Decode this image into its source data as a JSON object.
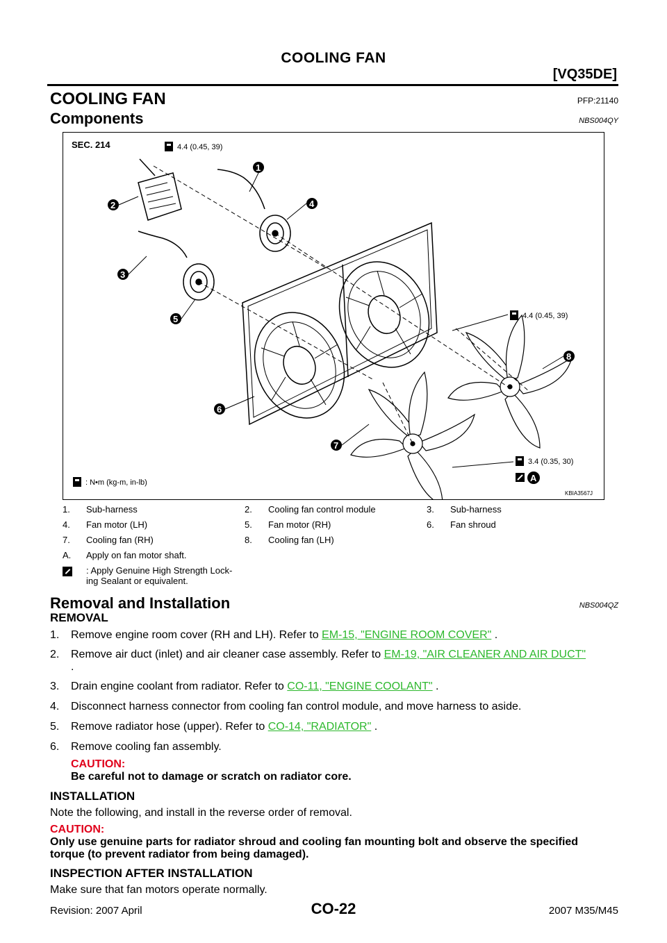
{
  "header": {
    "title": "COOLING FAN",
    "engine": "[VQ35DE]"
  },
  "section": {
    "title": "COOLING FAN",
    "pfp": "PFP:21140"
  },
  "components": {
    "title": "Components",
    "code": "NBS004QY"
  },
  "figure": {
    "sec": "SEC. 214",
    "torque_top": "4.4 (0.45, 39)",
    "torque_mid": "4.4 (0.45, 39)",
    "torque_bottom": "3.4 (0.35, 30)",
    "units": ": N•m (kg-m, in-lb)",
    "figure_id": "KBIA3567J",
    "callouts": [
      "1",
      "2",
      "3",
      "4",
      "5",
      "6",
      "7",
      "8"
    ],
    "callout_a": "A"
  },
  "legend": {
    "rows": [
      [
        {
          "n": "1.",
          "t": "Sub-harness"
        },
        {
          "n": "2.",
          "t": "Cooling fan control module"
        },
        {
          "n": "3.",
          "t": "Sub-harness"
        }
      ],
      [
        {
          "n": "4.",
          "t": "Fan motor (LH)"
        },
        {
          "n": "5.",
          "t": "Fan motor (RH)"
        },
        {
          "n": "6.",
          "t": "Fan shroud"
        }
      ],
      [
        {
          "n": "7.",
          "t": "Cooling fan (RH)"
        },
        {
          "n": "8.",
          "t": "Cooling fan (LH)"
        }
      ]
    ],
    "note_a_n": "A.",
    "note_a": "Apply on fan motor shaft.",
    "sealant_1": ": Apply Genuine High Strength Lock-",
    "sealant_2": "ing Sealant or equivalent."
  },
  "removal_section": {
    "title": "Removal and Installation",
    "code": "NBS004QZ"
  },
  "removal": {
    "title": "REMOVAL",
    "s1_n": "1.",
    "s1_a": "Remove engine room cover (RH and LH). Refer to ",
    "s1_link": "EM-15, \"ENGINE ROOM COVER\"",
    "s1_b": " .",
    "s2_n": "2.",
    "s2_a": "Remove air duct (inlet) and air cleaner case assembly. Refer to ",
    "s2_link": "EM-19, \"AIR CLEANER AND AIR DUCT\"",
    "s2_b": ".",
    "s3_n": "3.",
    "s3_a": "Drain engine coolant from radiator. Refer to ",
    "s3_link": "CO-11, \"ENGINE COOLANT\"",
    "s3_b": " .",
    "s4_n": "4.",
    "s4_a": "Disconnect harness connector from cooling fan control module, and move harness to aside.",
    "s5_n": "5.",
    "s5_a": "Remove radiator hose (upper). Refer to ",
    "s5_link": "CO-14, \"RADIATOR\"",
    "s5_b": " .",
    "s6_n": "6.",
    "s6_a": "Remove cooling fan assembly.",
    "caution_label": "CAUTION:",
    "caution_text": "Be careful not to damage or scratch on radiator core."
  },
  "installation": {
    "title": "INSTALLATION",
    "text": "Note the following, and install in the reverse order of removal.",
    "caution_label": "CAUTION:",
    "caution_1": "Only use genuine parts for radiator shroud and cooling fan mounting bolt and observe the specified",
    "caution_2": "torque (to prevent radiator from being damaged)."
  },
  "inspection": {
    "title": "INSPECTION AFTER INSTALLATION",
    "text": "Make sure that fan motors operate normally."
  },
  "footer": {
    "revision": "Revision: 2007 April",
    "page": "CO-22",
    "model": "2007 M35/M45"
  }
}
